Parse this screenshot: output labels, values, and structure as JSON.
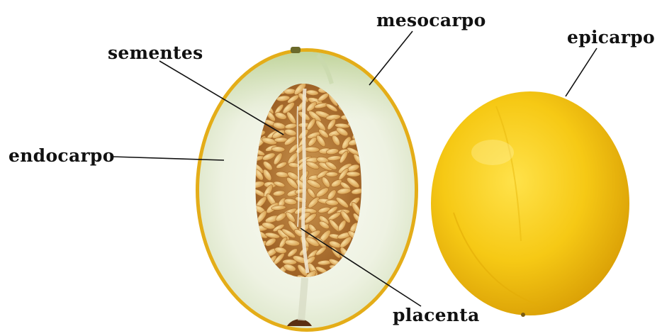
{
  "labels": {
    "mesocarpo": "mesocarpo",
    "epicarpo": "epicarpo",
    "sementes": "sementes",
    "endocarpo": "endocarpo",
    "placenta": "placenta"
  },
  "colors": {
    "background": "#ffffff",
    "rind_yellow": "#f2c512",
    "flesh": "#eef1e2",
    "seed": "#e2b064",
    "cavity": "#b8722a",
    "text": "#111111",
    "leader_line": "#111111"
  }
}
